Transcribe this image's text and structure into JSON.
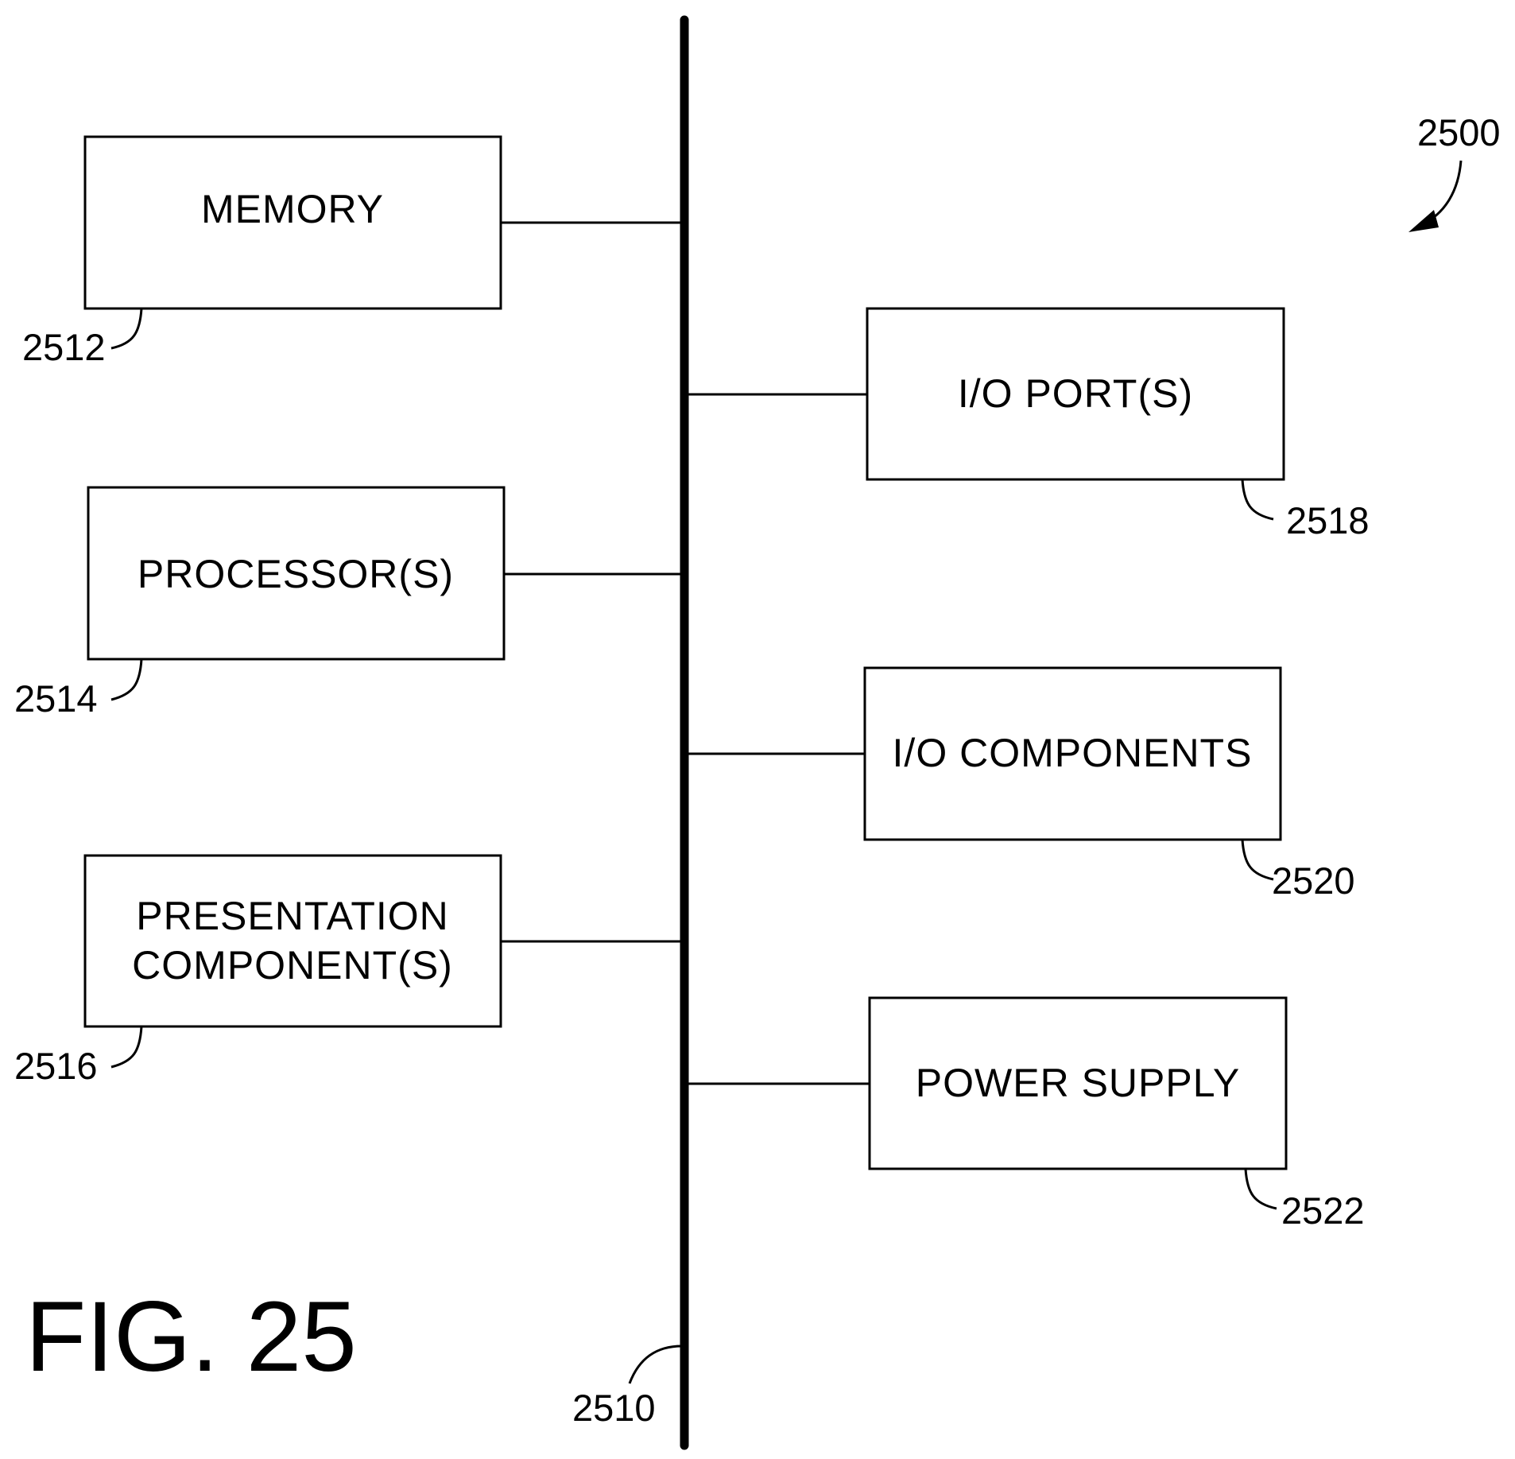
{
  "figure": {
    "title": "FIG. 25",
    "ref": "2500",
    "bus_ref": "2510"
  },
  "boxes": [
    {
      "id": "memory",
      "label_lines": [
        "MEMORY"
      ],
      "ref": "2512"
    },
    {
      "id": "processors",
      "label_lines": [
        "PROCESSOR(S)"
      ],
      "ref": "2514"
    },
    {
      "id": "presentation",
      "label_lines": [
        "PRESENTATION",
        "COMPONENT(S)"
      ],
      "ref": "2516"
    },
    {
      "id": "io-ports",
      "label_lines": [
        "I/O PORT(S)"
      ],
      "ref": "2518"
    },
    {
      "id": "io-components",
      "label_lines": [
        "I/O COMPONENTS"
      ],
      "ref": "2520"
    },
    {
      "id": "power-supply",
      "label_lines": [
        "POWER SUPPLY"
      ],
      "ref": "2522"
    }
  ]
}
